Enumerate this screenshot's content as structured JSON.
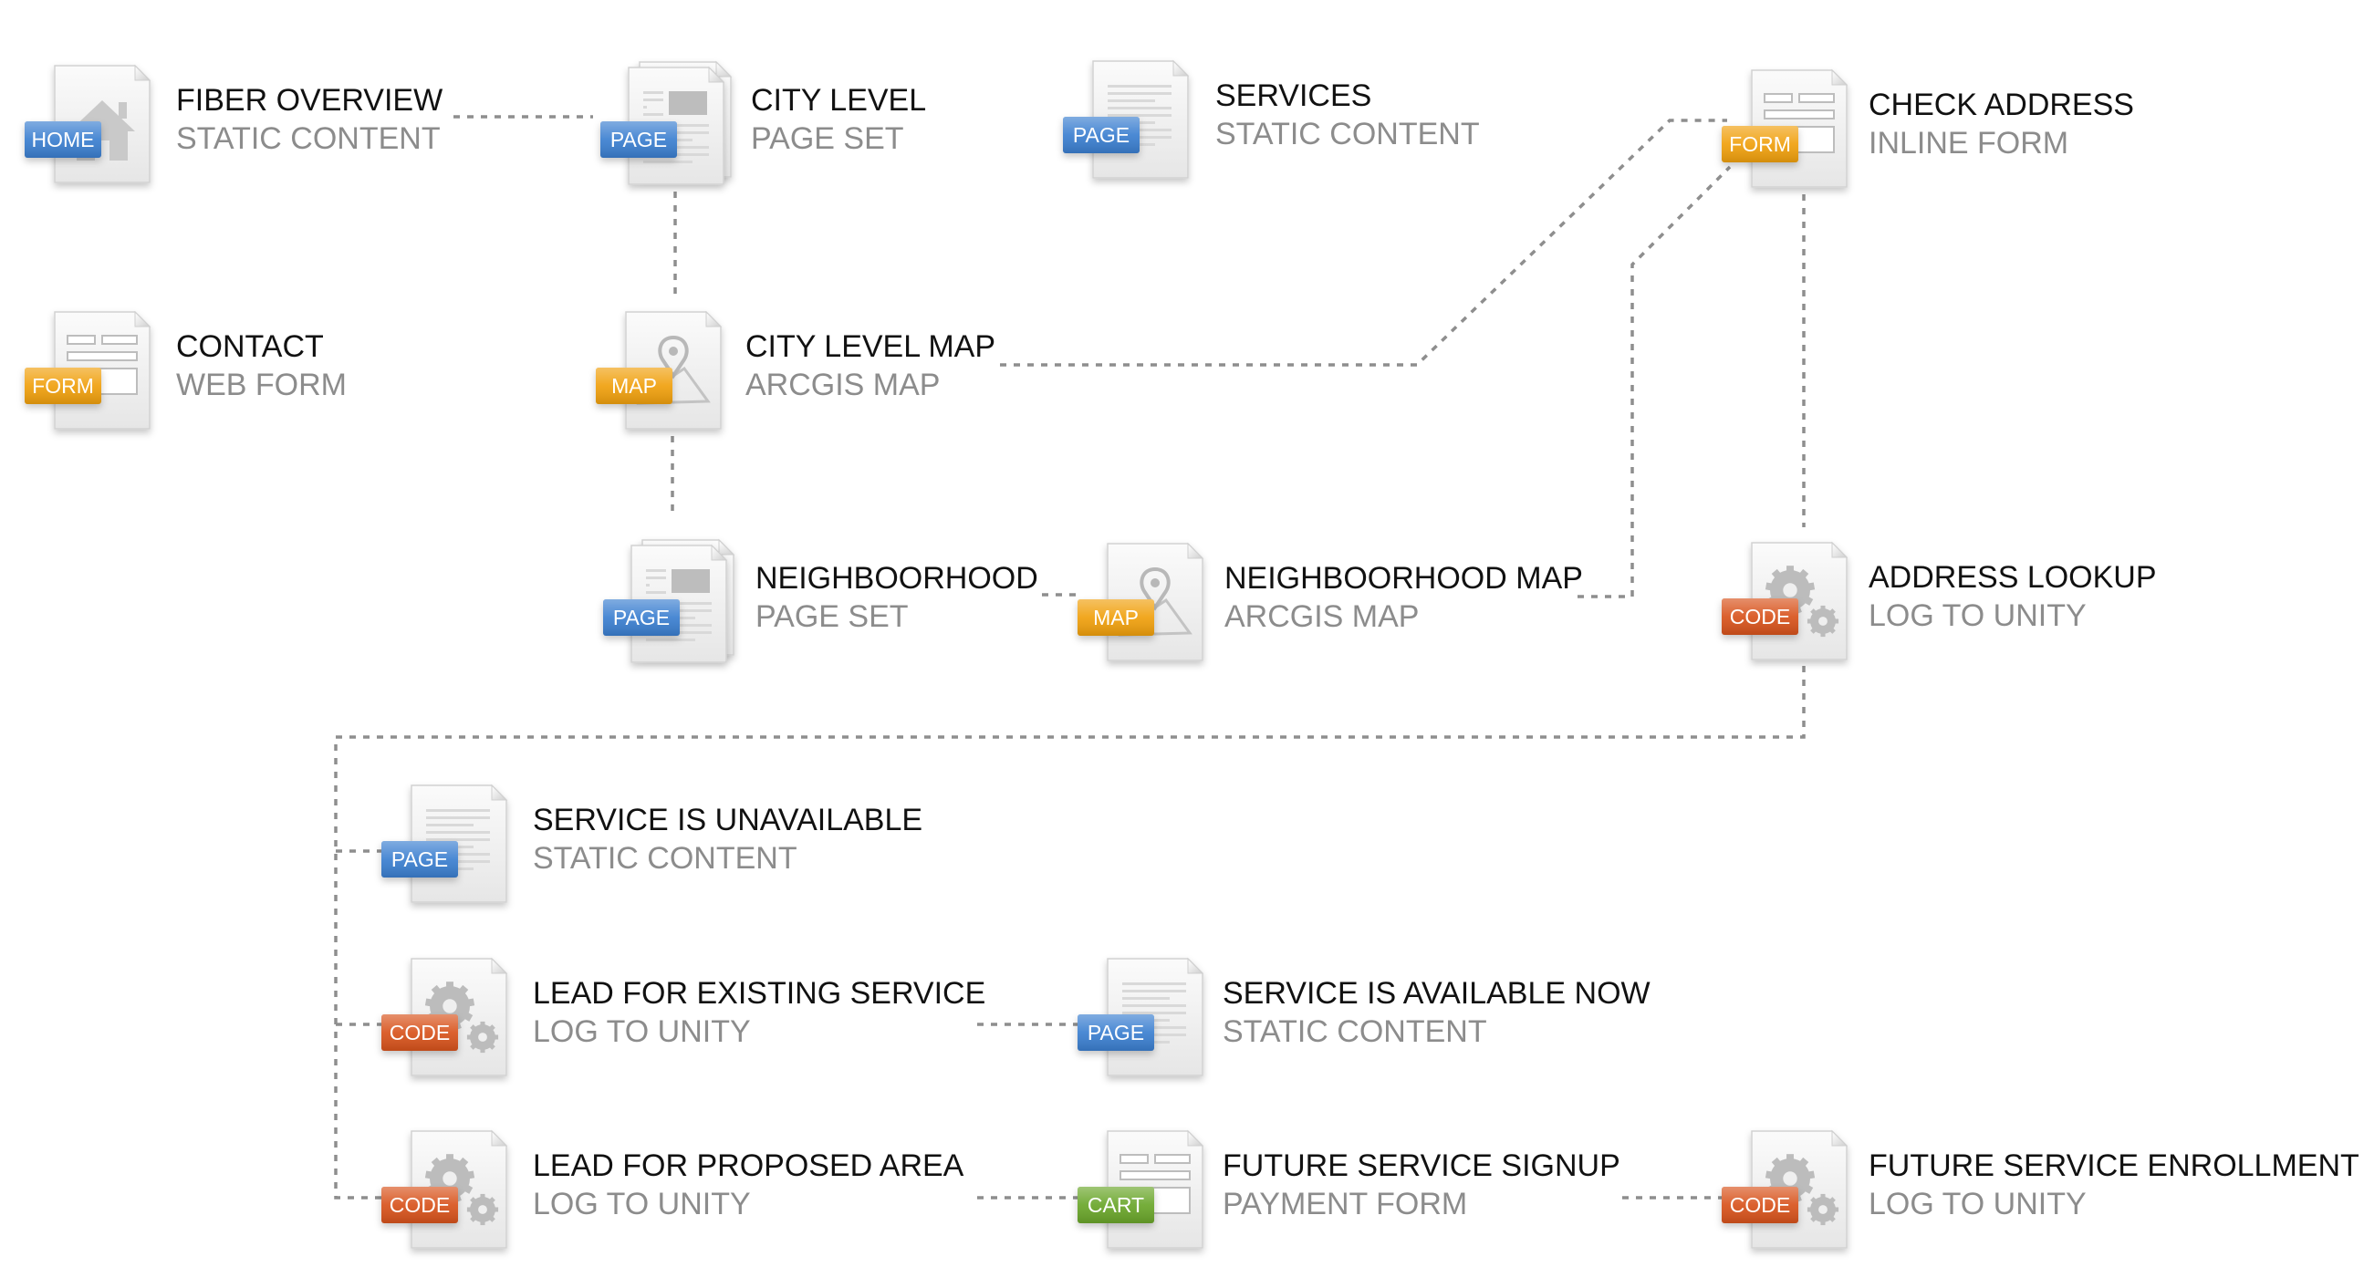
{
  "badges": {
    "HOME": {
      "label": "HOME",
      "color": "#3a7fd0"
    },
    "PAGE": {
      "label": "PAGE",
      "color": "#3a7fd0"
    },
    "FORM": {
      "label": "FORM",
      "color": "#f0a010"
    },
    "MAP": {
      "label": "MAP",
      "color": "#f0a010"
    },
    "CODE": {
      "label": "CODE",
      "color": "#d8531e"
    },
    "CART": {
      "label": "CART",
      "color": "#6aa62c"
    }
  },
  "nodes": [
    {
      "id": "fiber-overview",
      "title": "FIBER OVERVIEW",
      "subtitle": "STATIC CONTENT",
      "badge": "HOME",
      "icon": "house-icon"
    },
    {
      "id": "city-level",
      "title": "CITY LEVEL",
      "subtitle": "PAGE SET",
      "badge": "PAGE",
      "icon": "page-set-icon"
    },
    {
      "id": "services",
      "title": "SERVICES",
      "subtitle": "STATIC CONTENT",
      "badge": "PAGE",
      "icon": "document-icon"
    },
    {
      "id": "check-address",
      "title": "CHECK ADDRESS",
      "subtitle": "INLINE FORM",
      "badge": "FORM",
      "icon": "form-icon"
    },
    {
      "id": "contact",
      "title": "CONTACT",
      "subtitle": "WEB FORM",
      "badge": "FORM",
      "icon": "form-icon"
    },
    {
      "id": "city-level-map",
      "title": "CITY LEVEL MAP",
      "subtitle": "ARCGIS MAP",
      "badge": "MAP",
      "icon": "map-pin-icon"
    },
    {
      "id": "neighborhood",
      "title": "NEIGHBOORHOOD",
      "subtitle": "PAGE SET",
      "badge": "PAGE",
      "icon": "page-set-icon"
    },
    {
      "id": "neighborhood-map",
      "title": "NEIGHBOORHOOD MAP",
      "subtitle": "ARCGIS MAP",
      "badge": "MAP",
      "icon": "map-pin-icon"
    },
    {
      "id": "address-lookup",
      "title": "ADDRESS LOOKUP",
      "subtitle": "LOG TO UNITY",
      "badge": "CODE",
      "icon": "gears-icon"
    },
    {
      "id": "service-unavailable",
      "title": "SERVICE IS UNAVAILABLE",
      "subtitle": "STATIC CONTENT",
      "badge": "PAGE",
      "icon": "document-icon"
    },
    {
      "id": "lead-existing",
      "title": "LEAD FOR EXISTING SERVICE",
      "subtitle": "LOG TO UNITY",
      "badge": "CODE",
      "icon": "gears-icon"
    },
    {
      "id": "service-available",
      "title": "SERVICE IS AVAILABLE NOW",
      "subtitle": "STATIC CONTENT",
      "badge": "PAGE",
      "icon": "document-icon"
    },
    {
      "id": "lead-proposed",
      "title": "LEAD FOR PROPOSED AREA",
      "subtitle": "LOG TO UNITY",
      "badge": "CODE",
      "icon": "gears-icon"
    },
    {
      "id": "future-signup",
      "title": "FUTURE SERVICE SIGNUP",
      "subtitle": "PAYMENT FORM",
      "badge": "CART",
      "icon": "form-icon"
    },
    {
      "id": "future-enrollment",
      "title": "FUTURE SERVICE ENROLLMENT",
      "subtitle": "LOG TO UNITY",
      "badge": "CODE",
      "icon": "gears-icon"
    }
  ],
  "connections": [
    {
      "from": "fiber-overview",
      "to": "city-level"
    },
    {
      "from": "city-level",
      "to": "city-level-map"
    },
    {
      "from": "city-level-map",
      "to": "neighborhood"
    },
    {
      "from": "neighborhood",
      "to": "neighborhood-map"
    },
    {
      "from": "city-level-map",
      "to": "check-address"
    },
    {
      "from": "neighborhood-map",
      "to": "check-address"
    },
    {
      "from": "check-address",
      "to": "address-lookup"
    },
    {
      "from": "address-lookup",
      "to": "service-unavailable"
    },
    {
      "from": "address-lookup",
      "to": "lead-existing"
    },
    {
      "from": "address-lookup",
      "to": "lead-proposed"
    },
    {
      "from": "lead-existing",
      "to": "service-available"
    },
    {
      "from": "lead-proposed",
      "to": "future-signup"
    },
    {
      "from": "future-signup",
      "to": "future-enrollment"
    }
  ]
}
